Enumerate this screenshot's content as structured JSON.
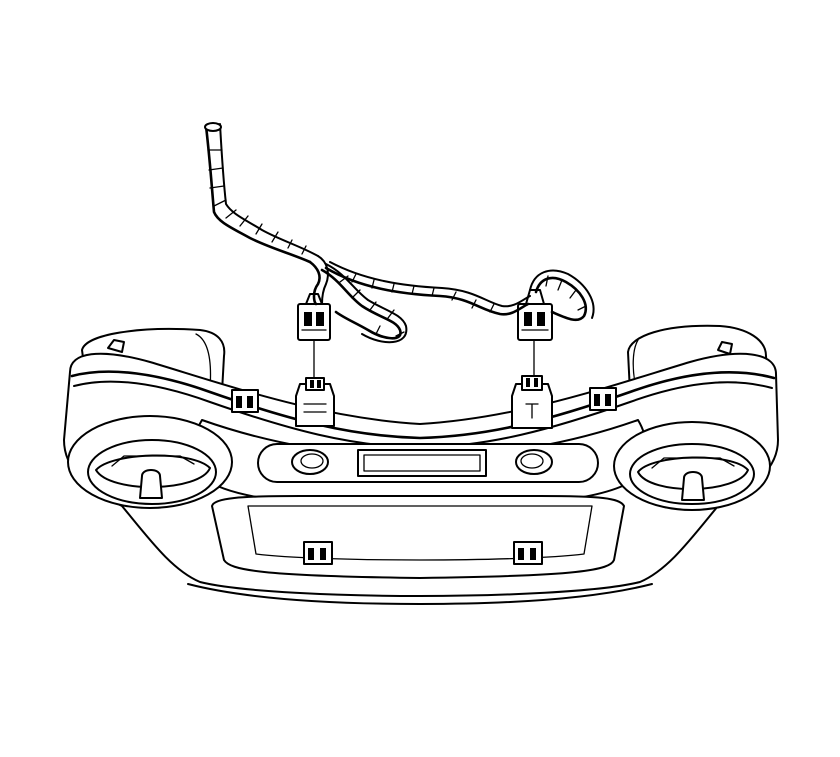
{
  "figure": {
    "palette": {
      "line": "#000000",
      "background": "#ffffff"
    },
    "components": [
      {
        "name": "wiring-harness",
        "icon": "wire-harness-icon"
      },
      {
        "name": "left-harness-connector",
        "icon": "electrical-connector-icon"
      },
      {
        "name": "right-harness-connector",
        "icon": "electrical-connector-icon"
      },
      {
        "name": "overhead-console-housing",
        "icon": "overhead-console-icon"
      },
      {
        "name": "left-reading-lamp",
        "icon": "lamp-icon"
      },
      {
        "name": "right-reading-lamp",
        "icon": "lamp-icon"
      },
      {
        "name": "display-window",
        "icon": "display-icon"
      },
      {
        "name": "storage-compartment",
        "icon": "compartment-icon"
      }
    ]
  }
}
